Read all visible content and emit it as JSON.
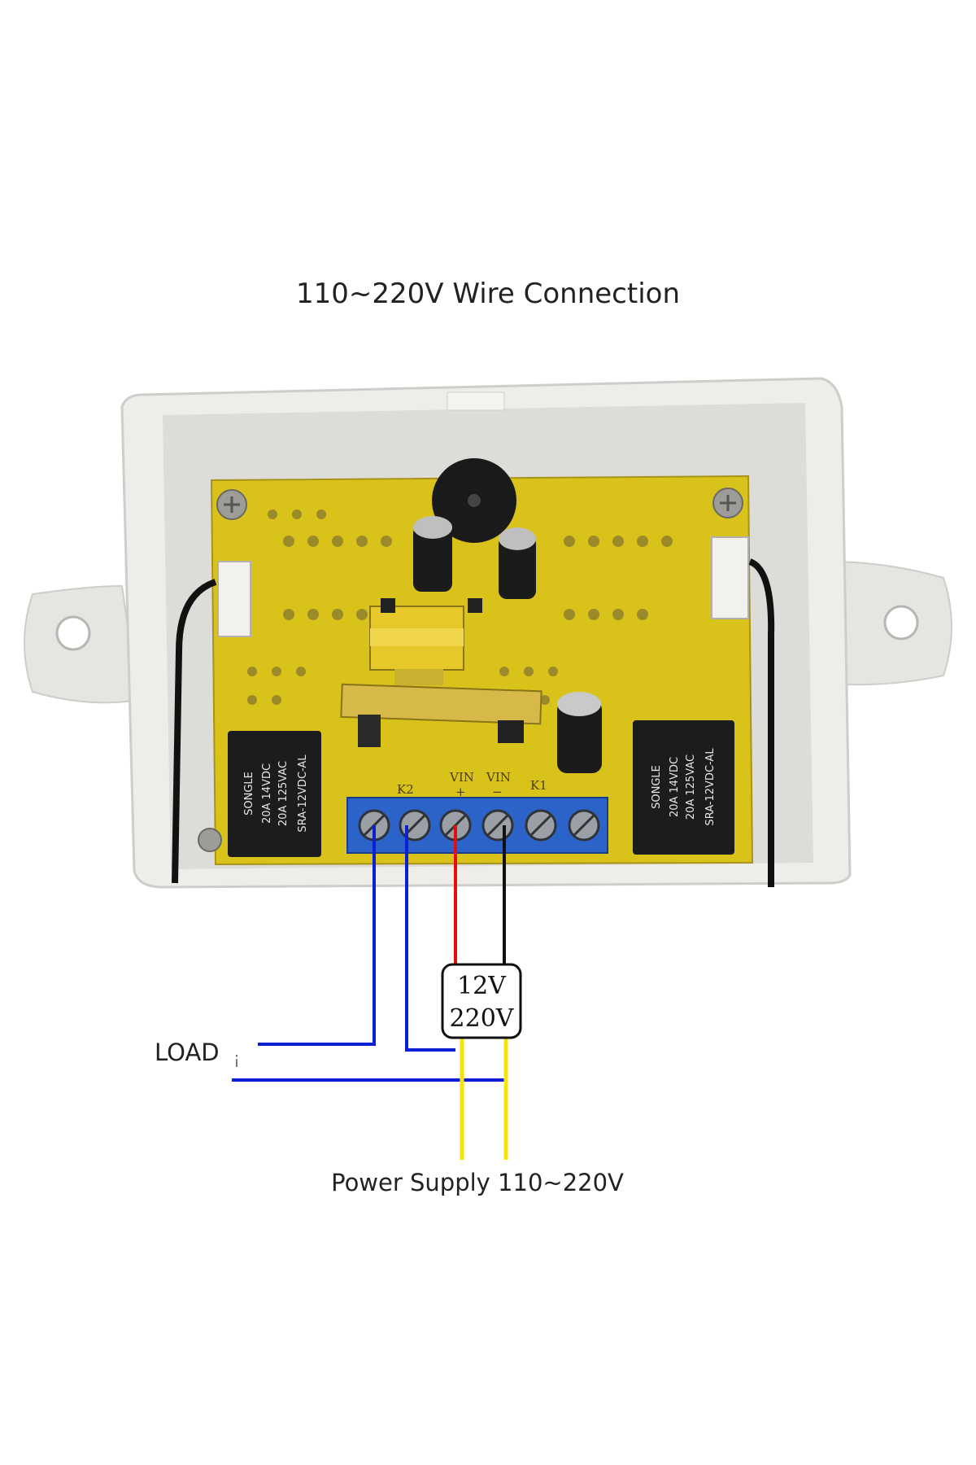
{
  "title": "110~220V Wire Connection",
  "load_label": "LOAD",
  "load_mark": "¡",
  "power_label": "Power Supply 110~220V",
  "supply_box": {
    "line1": "12V",
    "line2": "220V"
  },
  "board": {
    "terminal_k2": "K2",
    "terminal_k1": "K1",
    "vin_plus": "VIN",
    "vin_minus": "VIN",
    "vin_plus_sign": "+",
    "vin_minus_sign": "−"
  },
  "relay_left": {
    "brand": "SONGLE",
    "model": "SRA-12VDC-AL",
    "spec1": "20A 14VDC",
    "spec2": "20A 125VAC"
  },
  "relay_right": {
    "brand": "SONGLE",
    "model": "SRA-12VDC-AL",
    "spec1": "20A 14VDC",
    "spec2": "20A 125VAC"
  },
  "colors": {
    "blue_wire": "#0b1fd6",
    "red_wire": "#e01010",
    "black_wire": "#111111",
    "yellow_wire": "#f5e600",
    "pcb": "#d9c21a",
    "terminal_block": "#2b63c9",
    "enclosure": "#ecebe8"
  }
}
